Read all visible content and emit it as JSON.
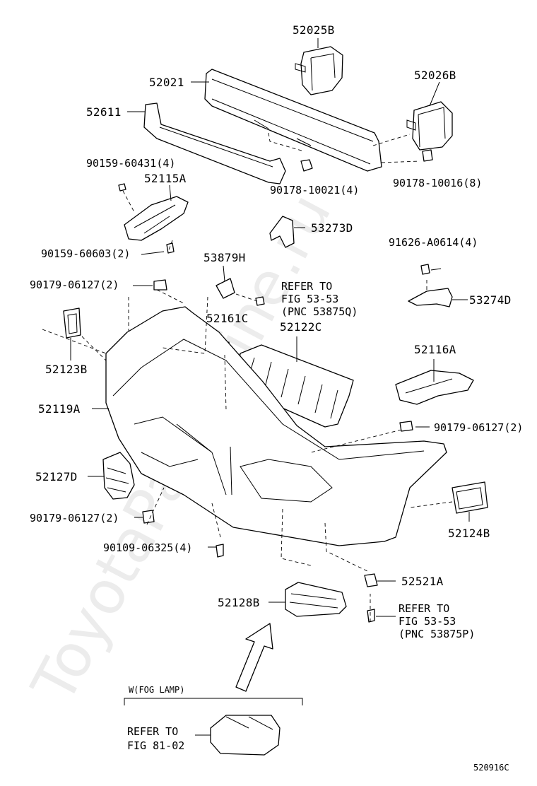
{
  "watermark": "ToyotaPartsMine.ru",
  "diagram_code": "520916C",
  "parts": {
    "p52025B": "52025B",
    "p52021": "52021",
    "p52026B": "52026B",
    "p52611": "52611",
    "p90159_60431": "90159-60431(4)",
    "p52115A": "52115A",
    "p90178_10021": "90178-10021(4)",
    "p90178_10016": "90178-10016(8)",
    "p53273D": "53273D",
    "p90159_60603": "90159-60603(2)",
    "p91626_A0614": "91626-A0614(4)",
    "p53879H": "53879H",
    "p90179_06127_a": "90179-06127(2)",
    "p53274D": "53274D",
    "p52161C": "52161C",
    "p52122C": "52122C",
    "p52116A": "52116A",
    "p52123B": "52123B",
    "p52119A": "52119A",
    "p90179_06127_b": "90179-06127(2)",
    "p52127D": "52127D",
    "p90179_06127_c": "90179-06127(2)",
    "p52124B": "52124B",
    "p90109_06325": "90109-06325(4)",
    "p52521A": "52521A",
    "p52128B": "52128B"
  },
  "refs": {
    "ref1": {
      "line1": "REFER TO",
      "line2": "FIG 53-53",
      "line3": "(PNC 53875Q)"
    },
    "ref2": {
      "line1": "REFER TO",
      "line2": "FIG 53-53",
      "line3": "(PNC 53875P)"
    },
    "ref3": {
      "line1": "REFER TO",
      "line2": "FIG 81-02"
    }
  },
  "fog_lamp_note": "W(FOG LAMP)"
}
